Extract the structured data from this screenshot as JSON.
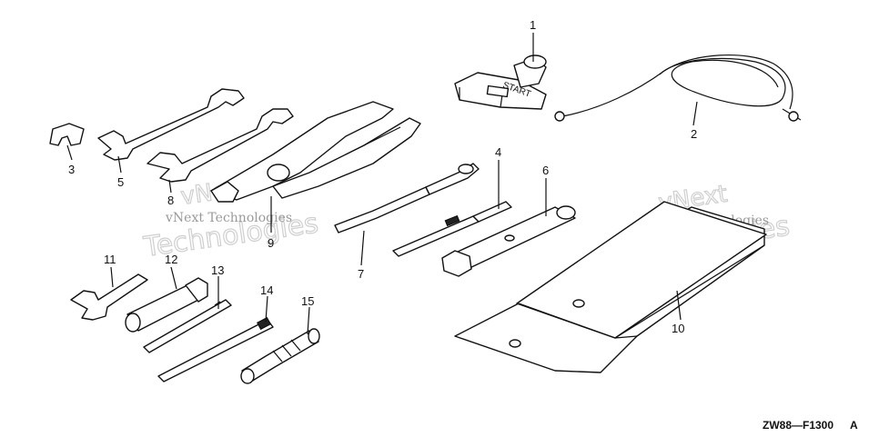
{
  "diagram": {
    "callouts": {
      "p1": "1",
      "p2": "2",
      "p3": "3",
      "p4": "4",
      "p5": "5",
      "p6": "6",
      "p7": "7",
      "p8": "8",
      "p9": "9",
      "p10": "10",
      "p11": "11",
      "p12": "12",
      "p13": "13",
      "p14": "14",
      "p15": "15"
    },
    "start_grip_text": "START",
    "drawing_code": "ZW88—F1300",
    "drawing_code_suffix": "A"
  },
  "watermarks": {
    "brand_line": "vNext Technologies",
    "brand_word": "vNext",
    "brand_word2": "Technologies"
  }
}
